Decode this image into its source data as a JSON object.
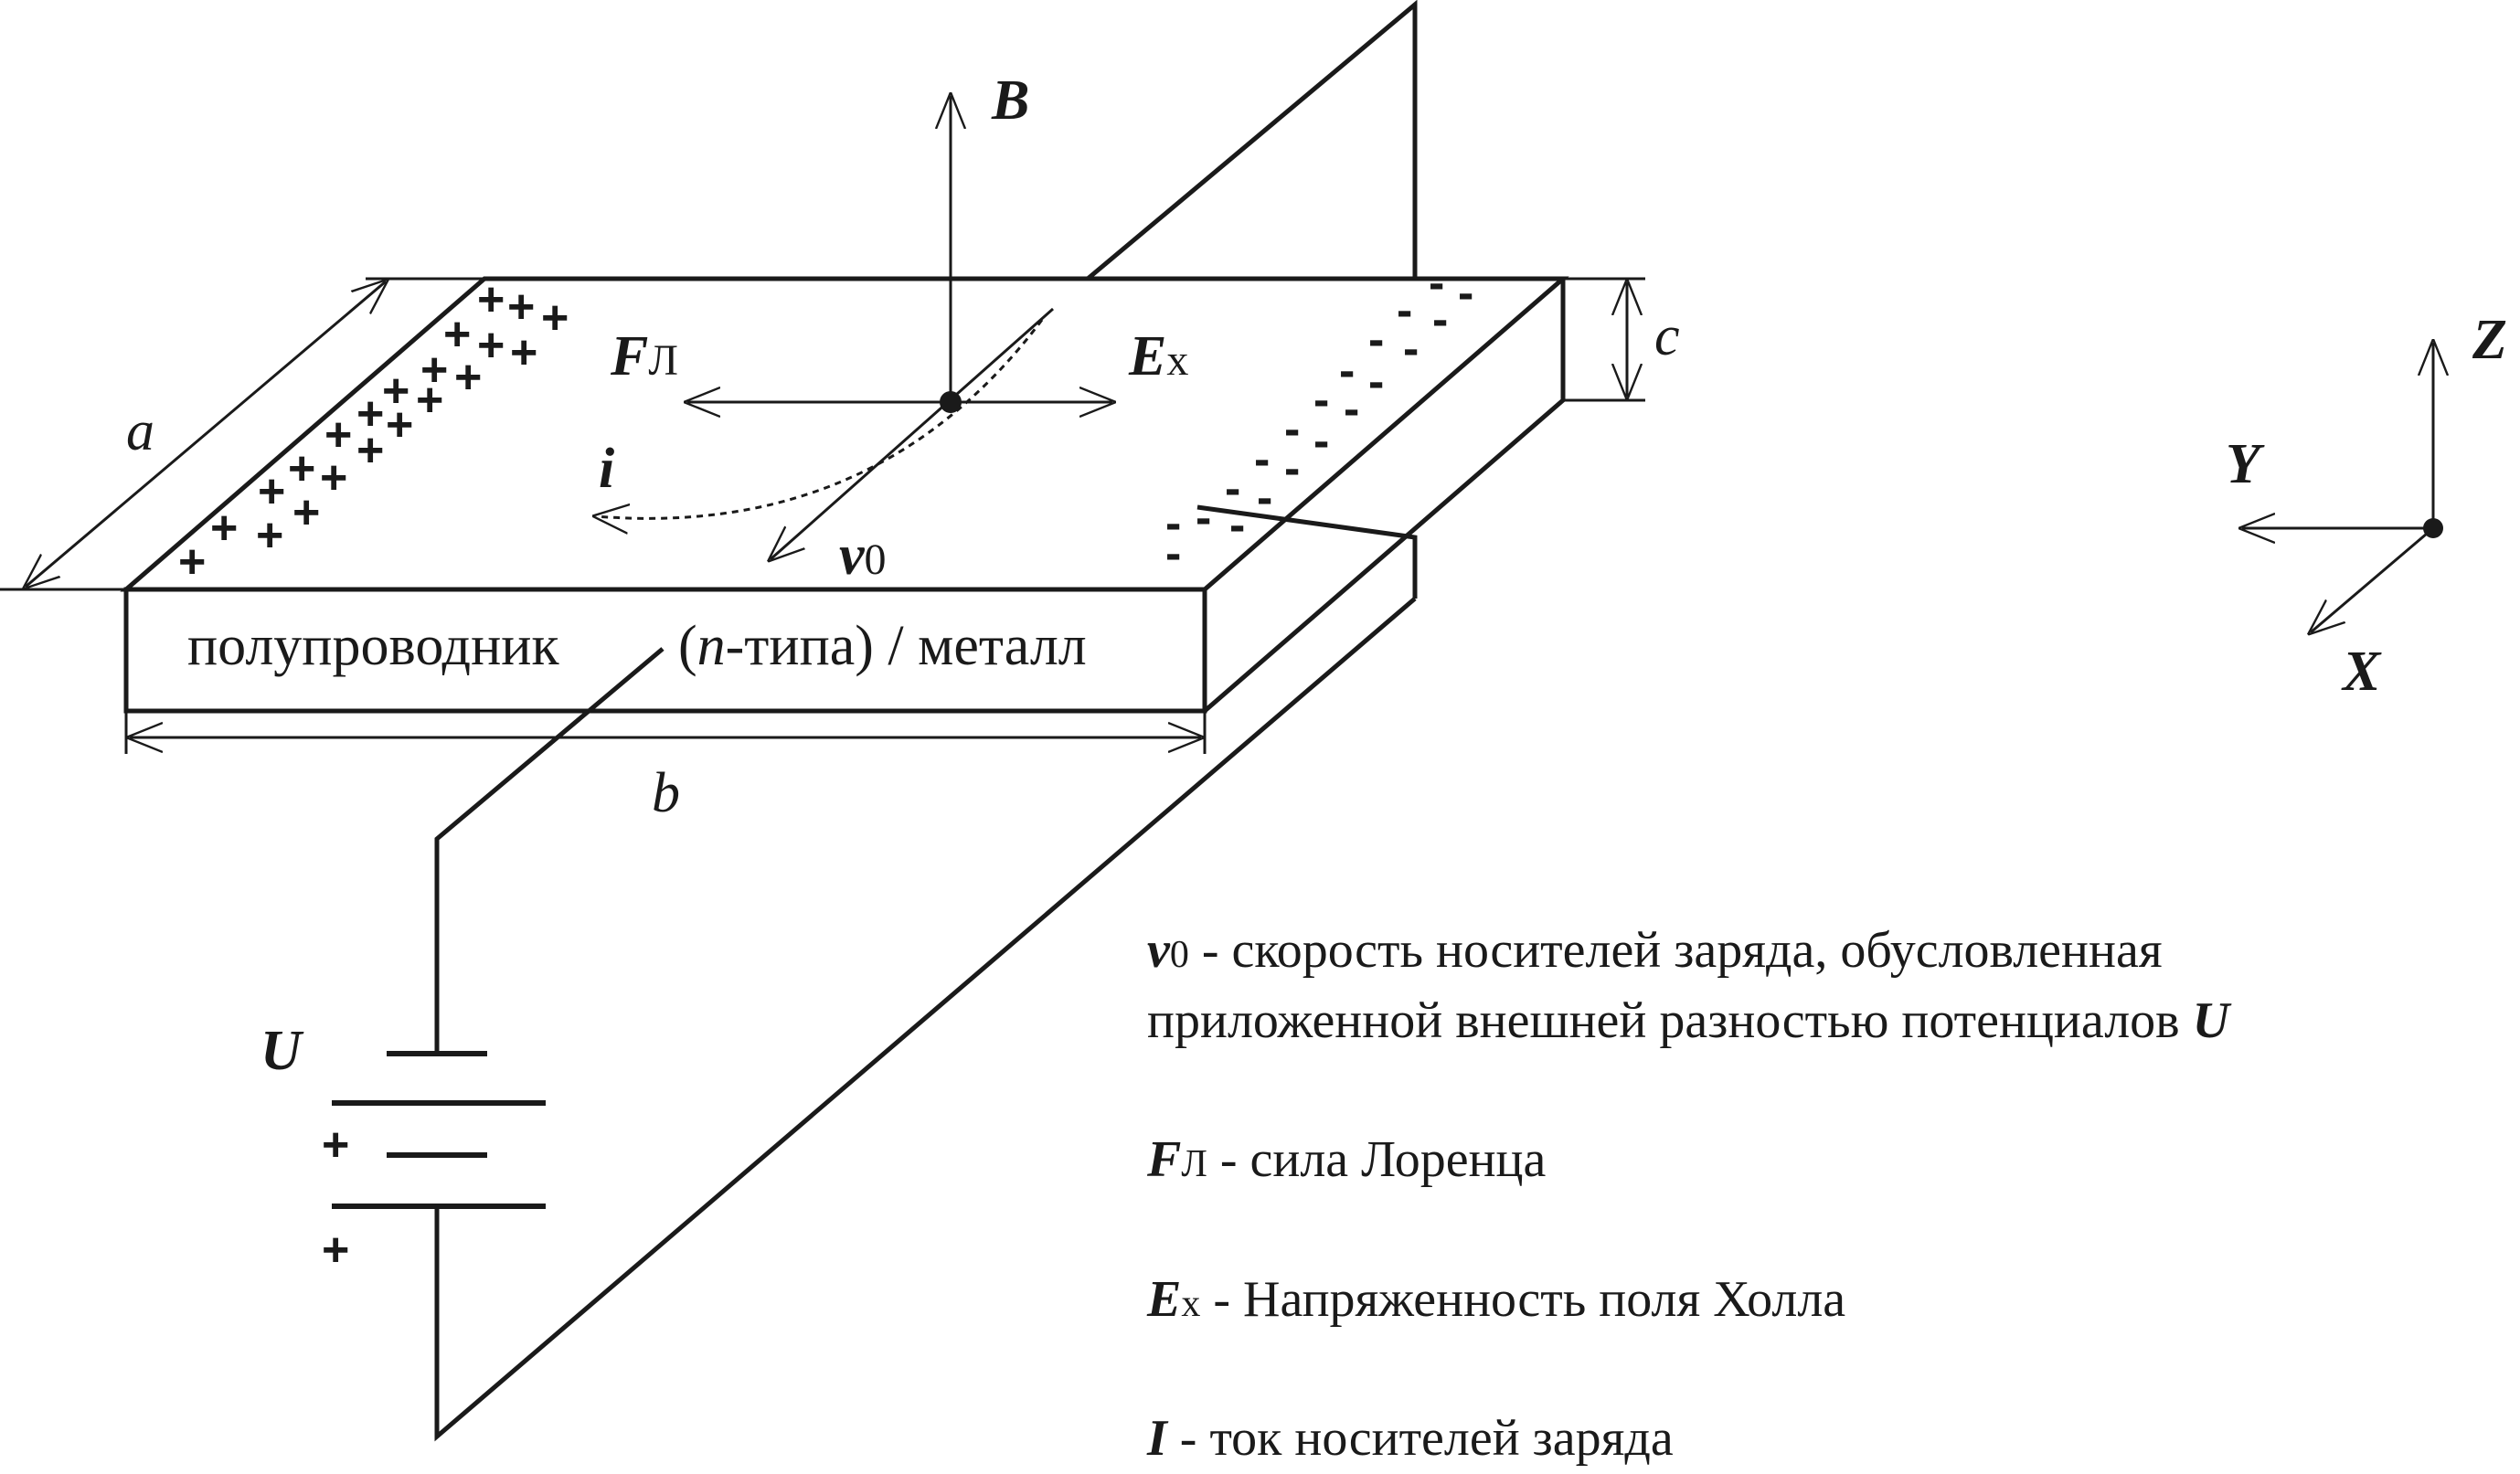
{
  "diagram": {
    "dimensions": {
      "a": "a",
      "b": "b",
      "c": "c"
    },
    "vectors": {
      "B": "B",
      "F_symbol": "F",
      "F_sub": "Л",
      "E_symbol": "E",
      "E_sub": "х",
      "i": "i",
      "v_symbol": "v",
      "v_sub": "0"
    },
    "body_label": {
      "part1": "полупроводник",
      "paren_open": "(",
      "n": "n",
      "part2": "-типа) / металл"
    },
    "battery": {
      "label": "U",
      "plus": "+"
    },
    "axes": {
      "x": "X",
      "y": "Y",
      "z": "Z"
    },
    "charges": {
      "positive": "+",
      "negative": "-"
    }
  },
  "legend": {
    "v0": {
      "symbol": "v",
      "sub": "0",
      "text": " - скорость носителей заряда, обусловленная",
      "text2_a": "приложенной внешней разностью потенциалов ",
      "text2_sym": "U"
    },
    "F": {
      "symbol": "F",
      "sub": "Л",
      "text": " - сила Лоренца"
    },
    "E": {
      "symbol": "E",
      "sub": "х",
      "text": " - Напряженность поля Холла"
    },
    "I": {
      "symbol": "I",
      "text": " - ток носителей заряда"
    }
  }
}
